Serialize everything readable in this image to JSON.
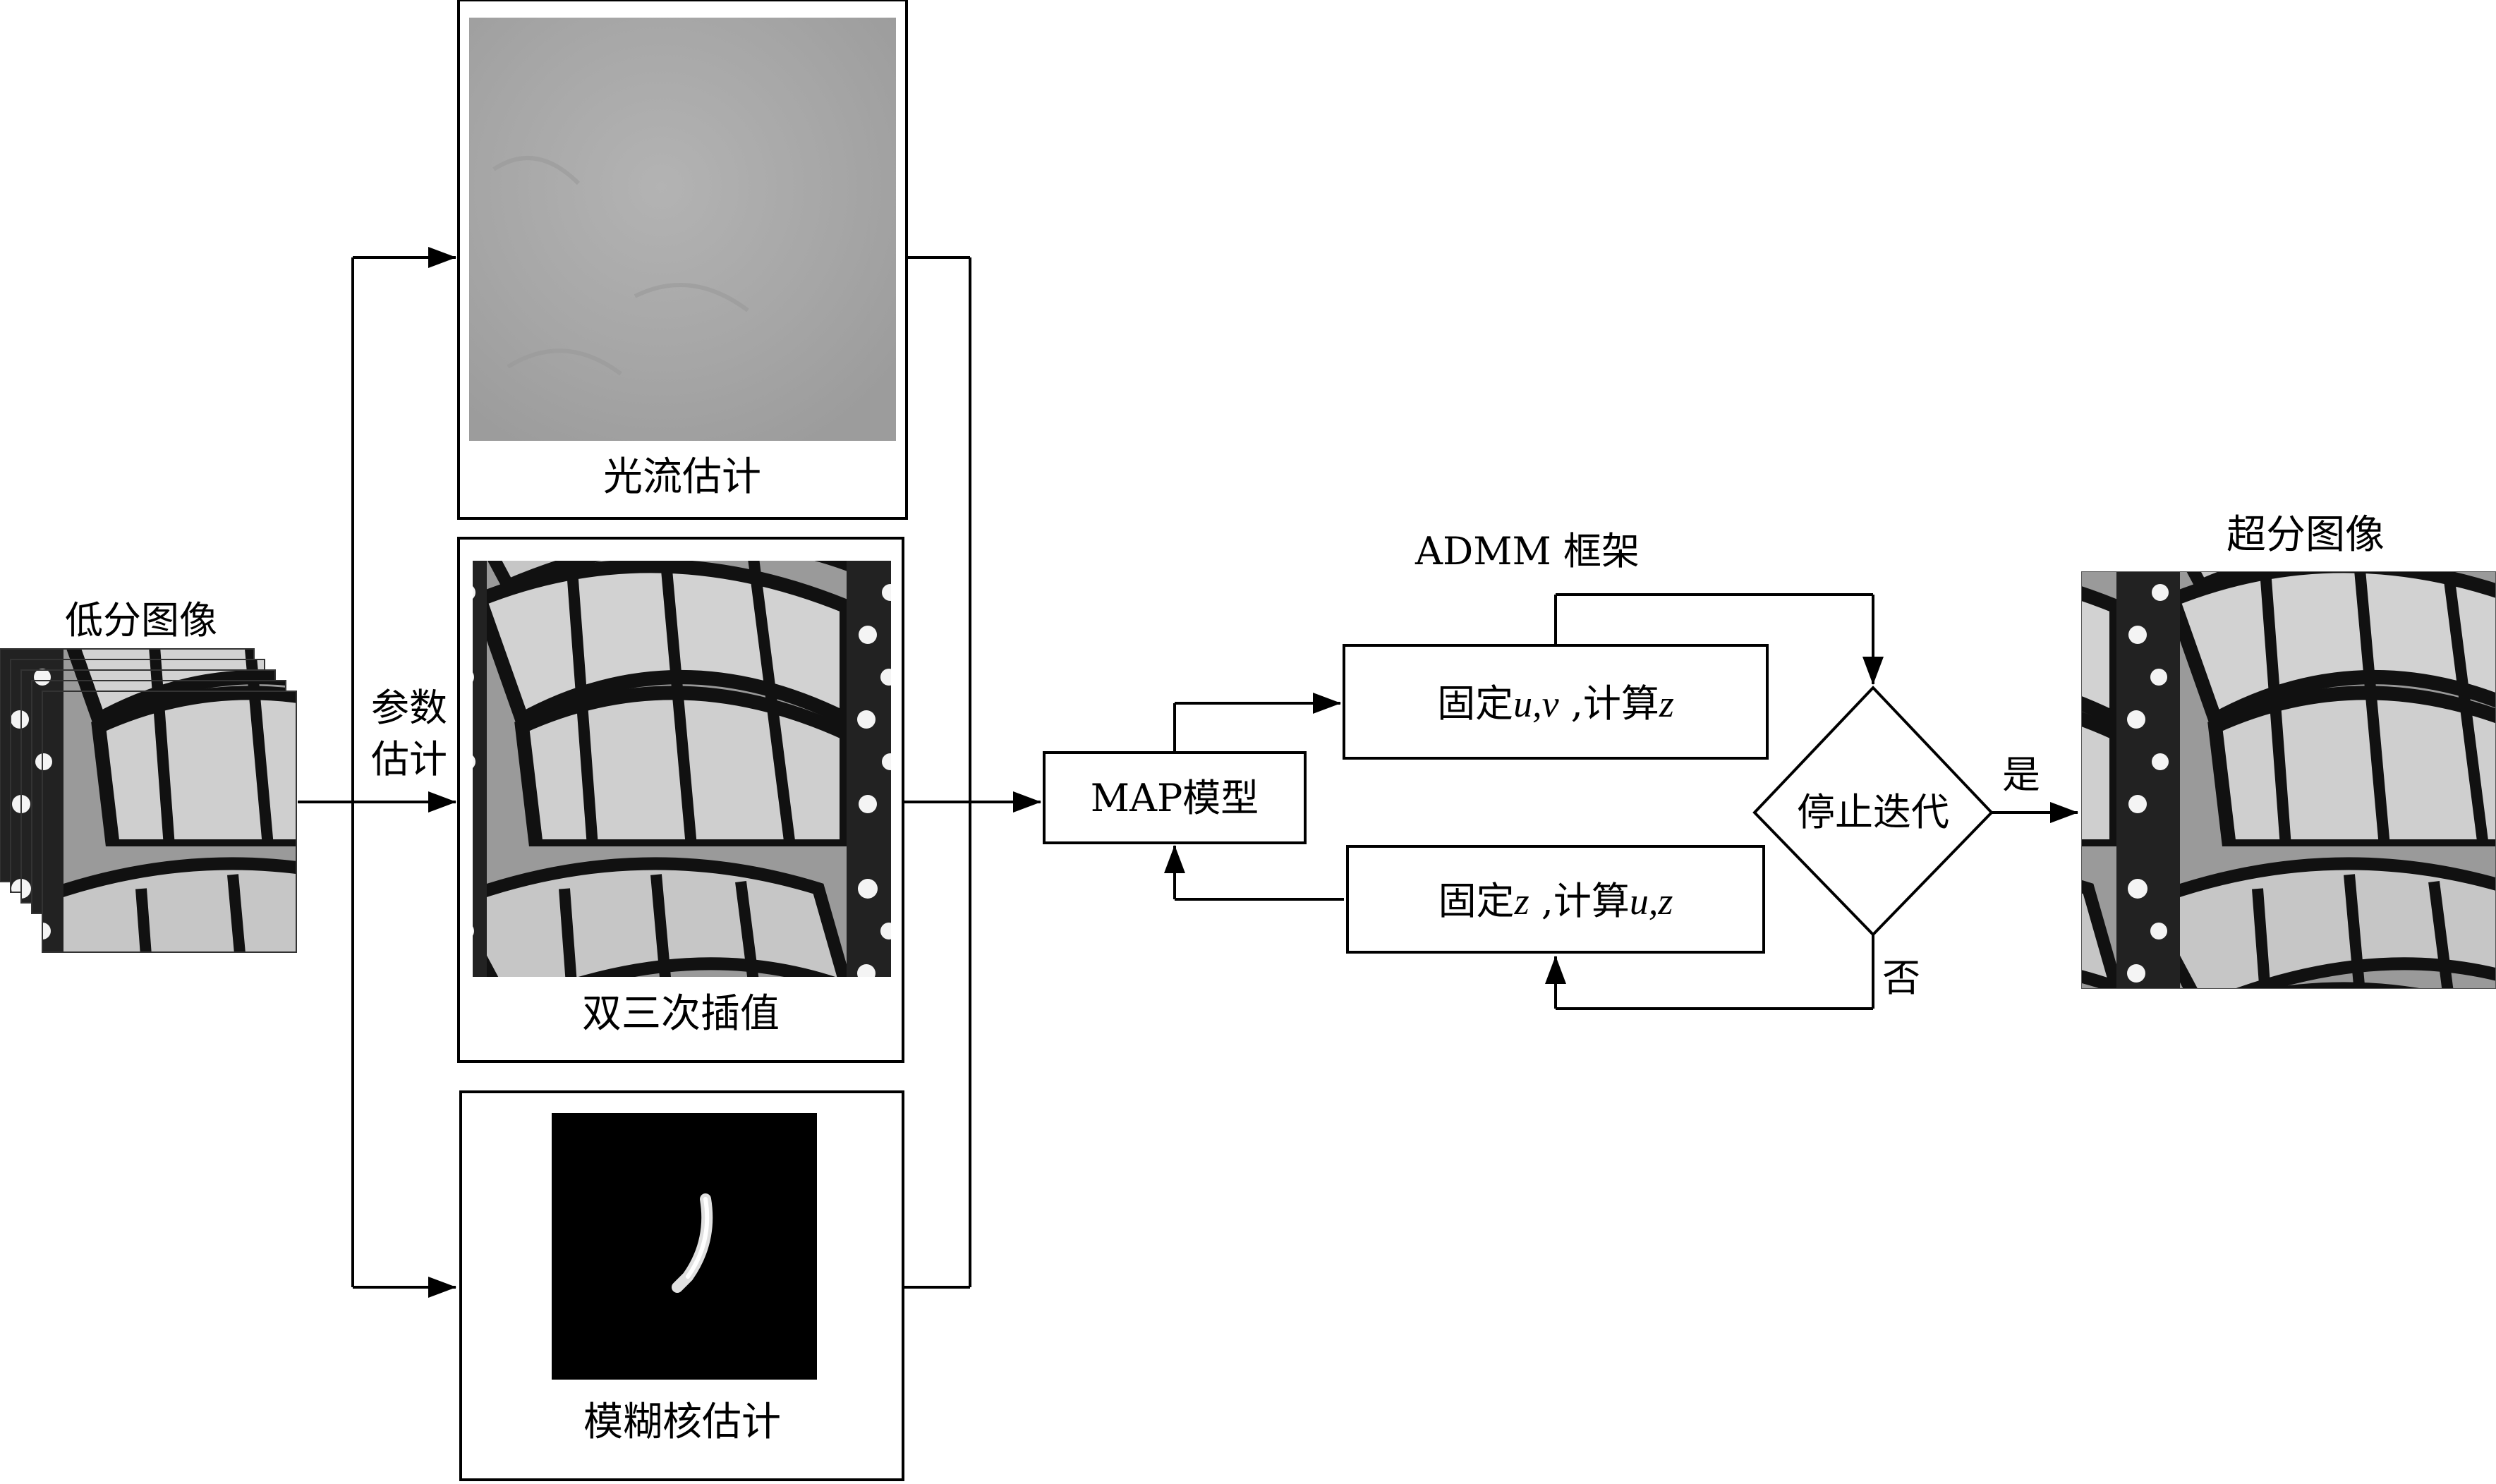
{
  "labels": {
    "input": "低分图像",
    "param_line1": "参数",
    "param_line2": "估计",
    "optical_flow": "光流估计",
    "bicubic": "双三次插值",
    "blur_kernel": "模糊核估计",
    "map_model": "MAP模型",
    "admm": "ADMM 框架",
    "step1_prefix": "固定",
    "step1_vars": "u,v",
    "step1_mid": " ,计算",
    "step1_target": "z",
    "step2_prefix": "固定",
    "step2_vars": "z",
    "step2_mid": " ,计算",
    "step2_target": "u,z",
    "stop": "停止迭代",
    "yes": "是",
    "no": "否",
    "output": "超分图像"
  },
  "images": {
    "low_res_stack": "butterfly-low-res-frames",
    "optical_flow_map": "optical-flow-gray-field",
    "bicubic_result": "butterfly-bicubic",
    "blur_kernel": "blur-kernel-psf",
    "super_res_result": "butterfly-super-res"
  }
}
